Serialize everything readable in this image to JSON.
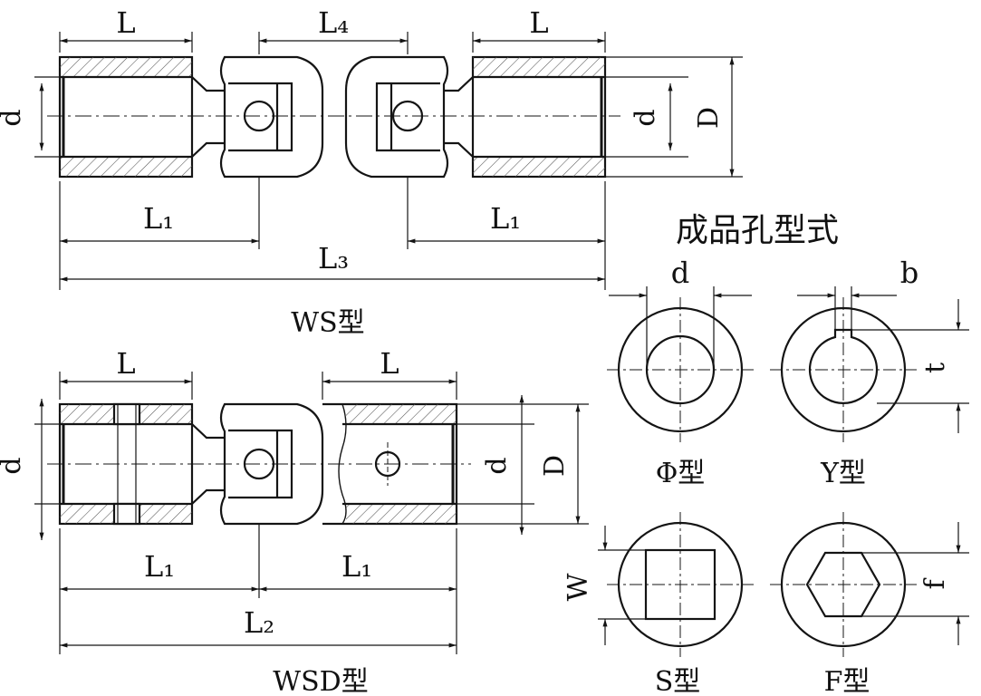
{
  "colors": {
    "line": "#141414",
    "hatch": "#555555",
    "background": "#ffffff"
  },
  "ws": {
    "dim_L_left": "L",
    "dim_L4": "L₄",
    "dim_L_right": "L",
    "dim_d_left": "d",
    "dim_d_right": "d",
    "dim_D": "D",
    "dim_L1_left": "L₁",
    "dim_L1_right": "L₁",
    "dim_L3": "L₃",
    "caption": "WS型"
  },
  "wsd": {
    "dim_L_left": "L",
    "dim_L_right": "L",
    "dim_d_left": "d",
    "dim_d_right": "d",
    "dim_D": "D",
    "dim_L1_left": "L₁",
    "dim_L1_right": "L₁",
    "dim_L2": "L₂",
    "caption": "WSD型"
  },
  "bores": {
    "title": "成品孔型式",
    "phi": {
      "dim": "d",
      "caption": "Φ型"
    },
    "y": {
      "dim_b": "b",
      "dim_t": "t",
      "caption": "Y型"
    },
    "s": {
      "dim": "W",
      "caption": "S型"
    },
    "f": {
      "dim": "f",
      "caption": "F型"
    }
  }
}
